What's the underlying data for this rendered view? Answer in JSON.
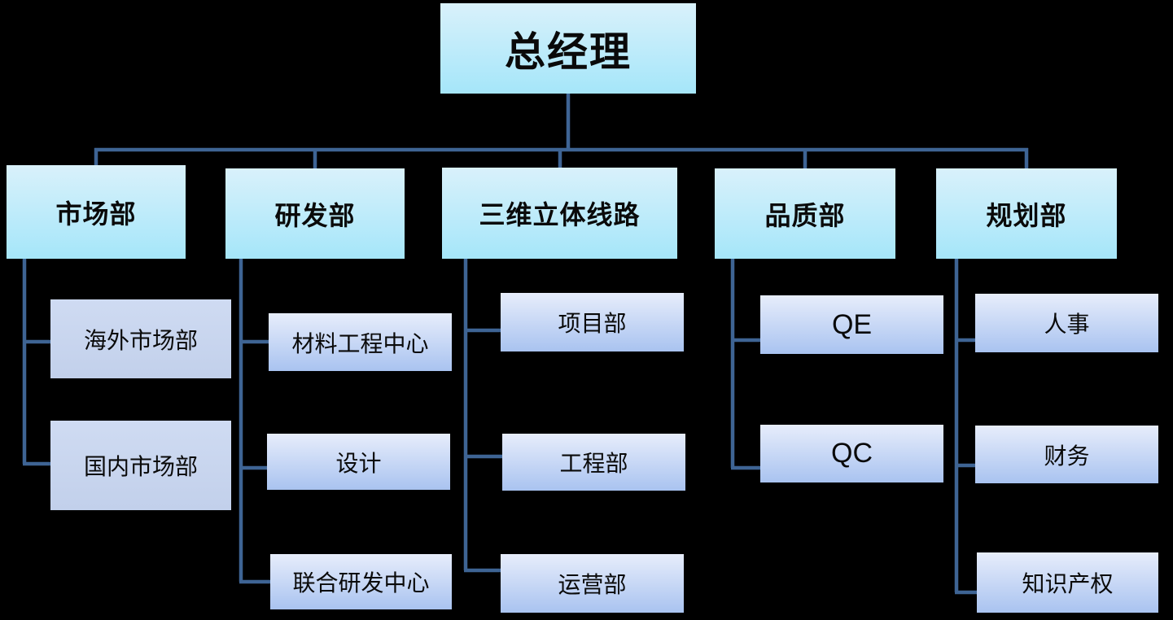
{
  "org": {
    "root": {
      "label": "总经理"
    },
    "departments": [
      {
        "label": "市场部",
        "children": [
          {
            "label": "海外市场部"
          },
          {
            "label": "国内市场部"
          }
        ]
      },
      {
        "label": "研发部",
        "children": [
          {
            "label": "材料工程中心"
          },
          {
            "label": "设计"
          },
          {
            "label": "联合研发中心"
          }
        ]
      },
      {
        "label": "三维立体线路",
        "children": [
          {
            "label": "项目部"
          },
          {
            "label": "工程部"
          },
          {
            "label": "运营部"
          }
        ]
      },
      {
        "label": "品质部",
        "children": [
          {
            "label": "QE"
          },
          {
            "label": "QC"
          }
        ]
      },
      {
        "label": "规划部",
        "children": [
          {
            "label": "人事"
          },
          {
            "label": "财务"
          },
          {
            "label": "知识产权"
          }
        ]
      }
    ]
  },
  "colors": {
    "background": "#000000",
    "connector": "#3E6494",
    "text": "#0a0a0a",
    "level1_gradient_top": "#D9F1FB",
    "level1_gradient_bottom": "#A5E6F9",
    "child_gradient_top": "#E7EDFB",
    "child_gradient_bottom": "#A9C3F0",
    "child_flat_top": "#CFDBF2",
    "child_flat_bottom": "#C2D0EB"
  }
}
